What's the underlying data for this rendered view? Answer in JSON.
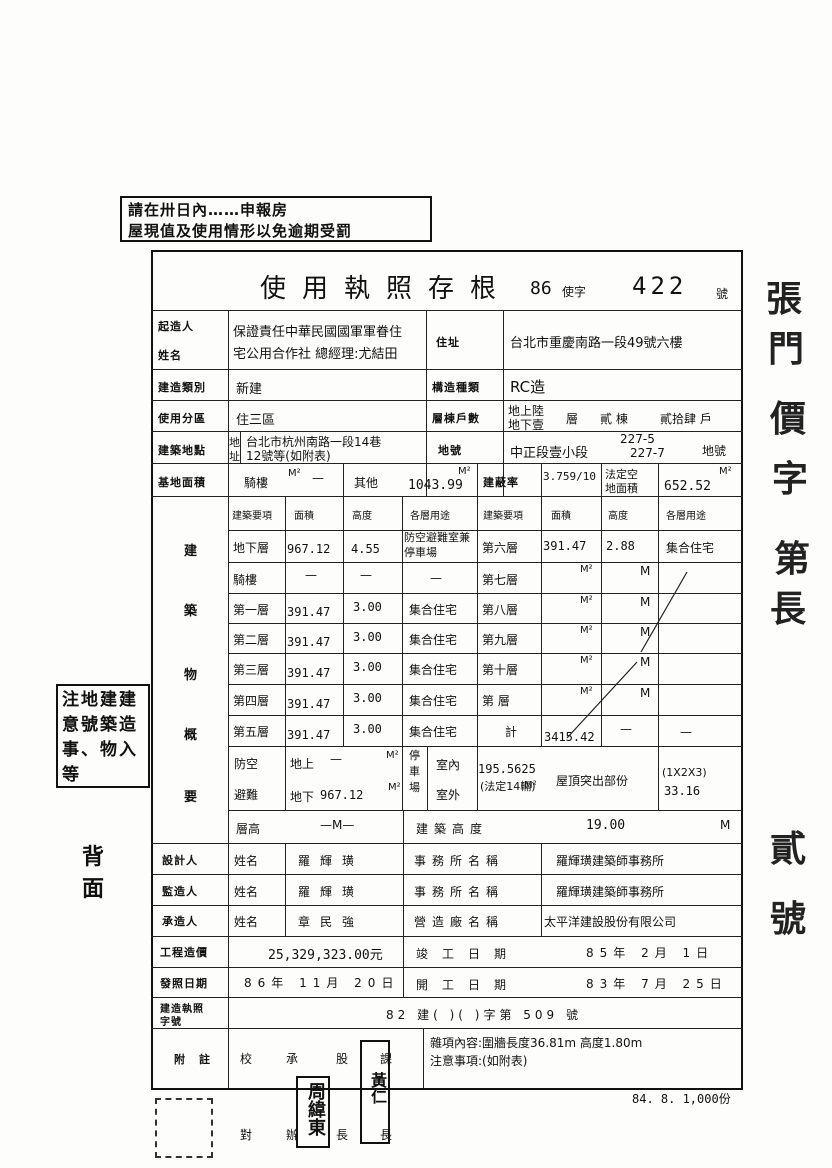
{
  "notice": {
    "line1": "請在卅日內",
    "line1b": "申報房",
    "line2": "屋現值及使用情形以免逾期受罰"
  },
  "left_notice": {
    "line1": "注地建建",
    "line2": "意號築造",
    "line3": "事、物入",
    "line4": "等"
  },
  "back_side": "背面",
  "title": {
    "text": "使用執照存根",
    "year": "86",
    "char": "使字",
    "number": "422",
    "hao": "號"
  },
  "rows": {
    "builder_label": "起造人",
    "builder_label2": "姓名",
    "builder_name_line1": "保證責任中華民國國軍軍眷住",
    "builder_name_line2": "宅公用合作社 總經理:尤結田",
    "address_label": "住址",
    "address_value": "台北市重慶南路一段49號六樓",
    "build_type_label": "建造類別",
    "build_type_value": "新建",
    "structure_label": "構造種類",
    "structure_value": "RC造",
    "zone_label": "使用分區",
    "zone_value": "住三區",
    "floors_label": "層棟戶數",
    "floors_above": "地上陸",
    "floors_below": "地下壹",
    "floors_ceng": "層",
    "floors_bldg": "貳 棟",
    "floors_units": "貳拾肆 戶",
    "site_label": "建築地點",
    "site_prefix1": "地",
    "site_prefix2": "址",
    "site_value1": "台北市杭州南路一段14巷",
    "site_value2": "12號等(如附表)",
    "lot_label": "地號",
    "lot_value": "中正段壹小段",
    "lot_num1": "227-5",
    "lot_num2": "227-7",
    "lot_suffix": "地號",
    "area_label": "基地面積",
    "arcade_label": "騎樓",
    "arcade_value": "—",
    "other_label": "其他",
    "other_value": "1043.99",
    "coverage_label": "建蔽率",
    "coverage_value": "3.759/10",
    "open_label1": "法定空",
    "open_label2": "地面積",
    "open_value": "652.52",
    "unit_m2": "M²",
    "unit_m": "M"
  },
  "building_overview": {
    "section_label": [
      "建",
      "築",
      "物",
      "概",
      "要"
    ],
    "headers": [
      "建築要項",
      "面積",
      "高度",
      "各層用途",
      "建築要項",
      "面積",
      "高度",
      "各層用途"
    ],
    "left_floors": [
      {
        "name": "地下層",
        "area": "967.12",
        "height": "4.55",
        "use": "防空避難室兼停車場"
      },
      {
        "name": "騎樓",
        "area": "—",
        "height": "—",
        "use": "—"
      },
      {
        "name": "第一層",
        "area": "391.47",
        "height": "3.00",
        "use": "集合住宅"
      },
      {
        "name": "第二層",
        "area": "391.47",
        "height": "3.00",
        "use": "集合住宅"
      },
      {
        "name": "第三層",
        "area": "391.47",
        "height": "3.00",
        "use": "集合住宅"
      },
      {
        "name": "第四層",
        "area": "391.47",
        "height": "3.00",
        "use": "集合住宅"
      },
      {
        "name": "第五層",
        "area": "391.47",
        "height": "3.00",
        "use": "集合住宅"
      }
    ],
    "right_floors": [
      {
        "name": "第六層",
        "area": "391.47",
        "height": "2.88",
        "use": "集合住宅"
      },
      {
        "name": "第七層",
        "area": "",
        "height": "",
        "use": ""
      },
      {
        "name": "第八層",
        "area": "",
        "height": "",
        "use": ""
      },
      {
        "name": "第九層",
        "area": "",
        "height": "",
        "use": ""
      },
      {
        "name": "第十層",
        "area": "",
        "height": "",
        "use": ""
      },
      {
        "name": "第 層",
        "area": "",
        "height": "",
        "use": ""
      },
      {
        "name": "計",
        "area": "3415.42",
        "height": "—",
        "use": "—"
      }
    ],
    "shelter_label1": "防空",
    "shelter_label2": "避難",
    "shelter_above": "地上",
    "shelter_above_value": "—",
    "shelter_below": "地下",
    "shelter_below_value": "967.12",
    "parking_label": "停車場",
    "parking_indoor": "室內",
    "parking_indoor_value": "195.5625",
    "parking_outdoor": "室外",
    "parking_note": "(法定14輛)",
    "roof_label": "屋頂突出部份",
    "roof_value1": "(1X2X3)",
    "roof_value2": "33.16",
    "floor_height_label": "層高",
    "floor_height_value": "—M—",
    "building_height_label": "建築高度",
    "building_height_value": "19.00"
  },
  "personnel": {
    "designer_label": "設計人",
    "supervisor_label": "監造人",
    "contractor_label": "承造人",
    "name_label": "姓名",
    "designer_name": "羅輝璜",
    "supervisor_name": "羅輝璜",
    "contractor_name": "章民強",
    "office_label": "事務所名稱",
    "company_label": "營造廠名稱",
    "designer_office": "羅輝璜建築師事務所",
    "supervisor_office": "羅輝璜建築師事務所",
    "contractor_company": "太平洋建設股份有限公司"
  },
  "dates": {
    "cost_label": "工程造價",
    "cost_value": "25,329,323.00元",
    "complete_label": "竣工日期",
    "complete_value": "85年 2月 1日",
    "issue_label": "發照日期",
    "issue_value": "86年 11月 20日",
    "start_label": "開工日期",
    "start_value": "83年 7月 25日",
    "permit_label1": "建造執照",
    "permit_label2": "字號",
    "permit_value": "82 建(  )(  )字第 509 號"
  },
  "remarks": {
    "label": "附註",
    "misc": "雜項內容:圍牆長度36.81m 高度1.80m",
    "note": "注意事項:(如附表)",
    "seal_words": [
      "校",
      "對",
      "承",
      "辦",
      "股",
      "長",
      "課",
      "長"
    ],
    "seal_name1": "周緯東",
    "seal_name2": "黃仁",
    "footer": "84. 8. 1,000份"
  },
  "side_marks": [
    "張",
    "門",
    "價",
    "字",
    "第",
    "長",
    "貳",
    "號"
  ]
}
